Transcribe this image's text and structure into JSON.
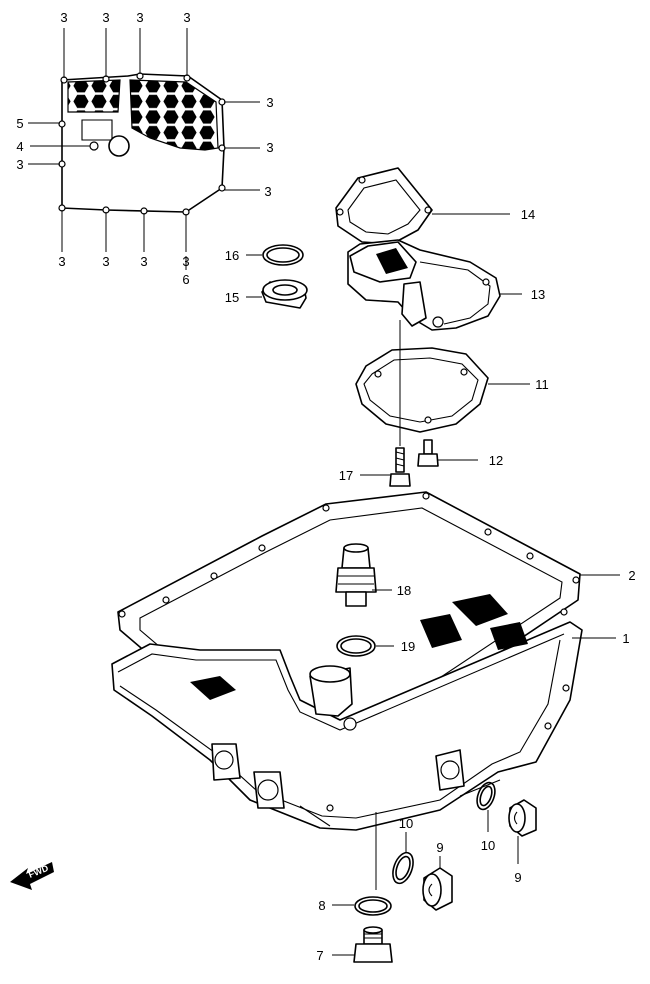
{
  "callouts": {
    "c1": "1",
    "c2": "2",
    "c3": "3",
    "c4": "4",
    "c5": "5",
    "c6": "6",
    "c7": "7",
    "c8": "8",
    "c9": "9",
    "c10": "10",
    "c11": "11",
    "c12": "12",
    "c13": "13",
    "c14": "14",
    "c15": "15",
    "c16": "16",
    "c17": "17",
    "c18": "18",
    "c19": "19"
  },
  "fwd_label": "FWD",
  "colors": {
    "line": "#000000",
    "background": "#ffffff"
  }
}
